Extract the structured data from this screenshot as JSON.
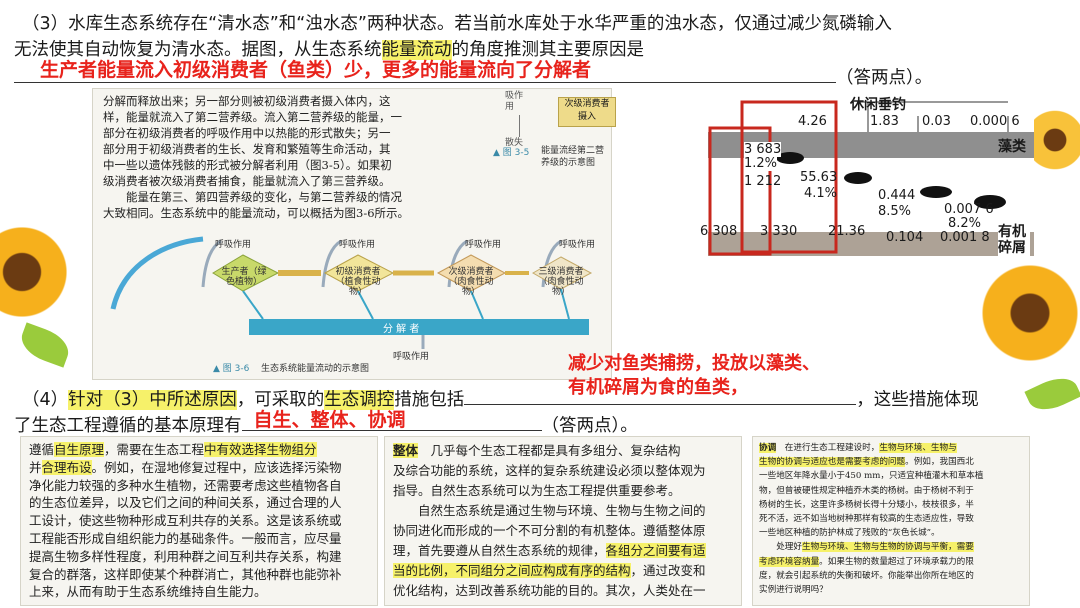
{
  "q3": {
    "line1": "（3）水库生态系统存在“清水态”和“浊水态”两种状态。若当前水库处于水华严重的浊水态，仅通过减少氮磷输入",
    "line2_pre": "无法使其自动恢复为清水态。据图，从生态系统",
    "line2_hl": "能量流动",
    "line2_post": "的角度推测其主要原因是",
    "answer": "生产者能量流入初级消费者（鱼类）少，更多的能量流向了分解者",
    "suffix": "（答两点）。"
  },
  "book_left": {
    "lines": [
      "分解而释放出来；另一部分则被初级消费者摄入体内，这",
      "样，能量就流入了第二营养级。流入第二营养级的能量，一",
      "部分在初级消费者的呼吸作用中以热能的形式散失；另一",
      "部分用于初级消费者的生长、发育和繁殖等生命活动，其",
      "中一些以遗体残骸的形式被分解者利用（图3-5）。如果初",
      "级消费者被次级消费者捕食，能量就流入了第三营养级。",
      "　　能量在第三、第四营养级的变化，与第二营养级的情况",
      "大致相同。生态系统中的能量流动，可以概括为图3-6所示。"
    ],
    "small_fig": {
      "top_label": "吸作用",
      "side_label": "散失",
      "box": "次级消费者 摄入",
      "caption_no": "▲ 图 3-5",
      "caption": "能量流经第二营养级的示意图"
    }
  },
  "flow_diagram": {
    "resp": "呼吸作用",
    "producer": "生产者（绿色植物）",
    "primary": "初级消费者（植食性动物）",
    "secondary": "次级消费者（肉食性动物）",
    "tertiary": "三级消费者（肉食性动物）",
    "decomposer": "分 解 者",
    "caption_no": "▲ 图 3-6",
    "caption": "生态系统能量流动的示意图"
  },
  "food_web": {
    "leisure": "休闲垂钓",
    "algae": "藻类",
    "detritus": "有机碎屑",
    "values": [
      "4.26",
      "1.83",
      "0.03",
      "0.000 6",
      "3 683",
      "1.2%",
      "1 212",
      "55.63",
      "4.1%",
      "0.444",
      "8.5%",
      "0.007 6",
      "8.2%",
      "6 308",
      "3 330",
      "21.36",
      "0.104",
      "0.001 8"
    ]
  },
  "q4": {
    "note_line1": "减少对鱼类捕捞，投放以藻类、",
    "note_line2": "有机碎屑为食的鱼类，",
    "line1_pre": "（4）",
    "line1_hl1": "针对（3）中所述原因",
    "line1_mid": "，可采取的",
    "line1_hl2": "生态调控",
    "line1_post": "措施包括",
    "line1_end": "，这些措施体现",
    "line2_pre": "了生态工程遵循的基本原理有",
    "line2_answer": "自生、整体、协调",
    "line2_suffix": "（答两点）。"
  },
  "col1": {
    "lines": [
      [
        "遵循",
        "自生原理",
        "，需要在生态工程",
        "中有效选择生物组分"
      ],
      [
        "并",
        "合理布设",
        "。例如，在湿地修复过程中，应该选择污染物"
      ],
      [
        "净化能力较强的多种水生植物，还需要考虑这些植物各自"
      ],
      [
        "的生态位差异，以及它们之间的种间关系，通过合理的人"
      ],
      [
        "工设计，使这些物种形成互利共存的关系。这是该系统或"
      ],
      [
        "工程能否形成自组织能力的基础条件。一般而言，应尽量"
      ],
      [
        "提高生物多样性程度，利用种群之间互利共存关系，构建"
      ],
      [
        "复合的群落，这样即使某个种群消亡，其他种群也能弥补"
      ],
      [
        "上来，从而有助于生态系统维持自生能力。"
      ]
    ]
  },
  "col2": {
    "lines": [
      [
        "整体",
        "　几乎每个生态工程都是具有多组分、复杂结构"
      ],
      [
        "及综合功能的系统，这样的复杂系统建设必须以整体观为"
      ],
      [
        "指导。自然生态系统可以为生态工程提供重要参考。"
      ],
      [
        "　　自然生态系统是通过生物与环境、生物与生物之间的"
      ],
      [
        "协同进化而形成的一个不可分割的有机整体。遵循整体原"
      ],
      [
        "理，首先要遵从自然生态系统的规律，",
        "各组分之间要有适"
      ],
      [
        "当的比例，不同组分之间应构成有序的结构",
        "，通过改变和"
      ],
      [
        "优化结构，达到改善系统功能的目的。其次，人类处在一"
      ]
    ]
  },
  "col3": {
    "lines": [
      [
        "协调",
        "　在进行生态工程建设时，",
        "生物与环境、生物与"
      ],
      [
        "生物的协调与适应也是需要考虑的问题",
        "。例如，我国西北"
      ],
      [
        "一些地区年降水量小于450 mm，只适宜种植灌木和草本植"
      ],
      [
        "物，但曾被硬性规定种植乔木类的杨树。由于杨树不利于"
      ],
      [
        "杨树的生长，这里许多杨树长得十分矮小，枝枝很多，半"
      ],
      [
        "死不活，远不如当地树种那样有较高的生态适应性，导致"
      ],
      [
        "一些地区种植的防护林成了残败的“灰色长城”。"
      ],
      [
        "　　处理好",
        "生物与环境、生物与生物的协调与平衡，需要"
      ],
      [
        "考虑环境容纳量",
        "。如果生物的数量超过了环境承载力的限"
      ],
      [
        "度，就会引起系统的失衡和破坏。你能举出你所在地区的"
      ],
      [
        "实例进行说明吗？"
      ]
    ]
  },
  "colors": {
    "accent_red": "#e8231c",
    "highlight": "#f6f16a",
    "diagram_green": "#c8d96a",
    "decomposer": "#3aa6c8"
  }
}
